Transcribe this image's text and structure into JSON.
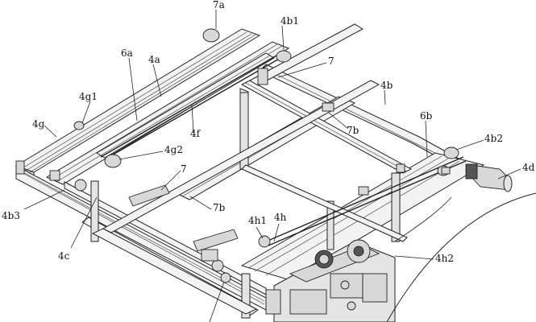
{
  "labels": {
    "l_7a": "7a",
    "l_4b1": "4b1",
    "l_6a": "6a",
    "l_4a": "4a",
    "l_7_top": "7",
    "l_4b": "4b",
    "l_4g1": "4g1",
    "l_6b": "6b",
    "l_4g": "4g",
    "l_4f": "4f",
    "l_7b_r": "7b",
    "l_4b2": "4b2",
    "l_4g2": "4g2",
    "l_4d": "4d",
    "l_7_mid": "7",
    "l_4b3": "4b3",
    "l_7b_m": "7b",
    "l_4h1": "4h1",
    "l_4h": "4h",
    "l_4c": "4c",
    "l_4h2": "4h2"
  }
}
